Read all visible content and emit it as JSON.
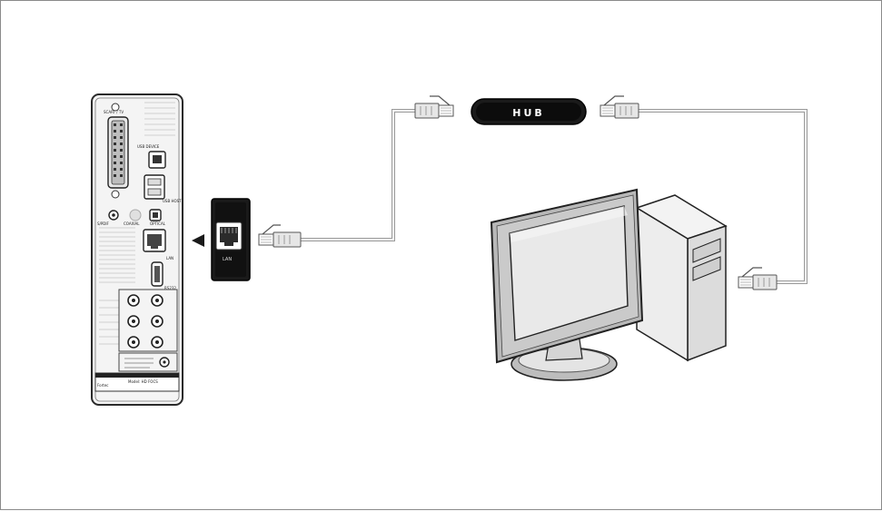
{
  "diagram": {
    "hub_label": "HUB",
    "device_panel": {
      "scart_label": "SCART / TV",
      "usb_device_label": "USB DEVICE",
      "usb_host_label": "USB HOST",
      "spdif_label": "S/PDIF",
      "coaxial_label": "COAXIAL",
      "optical_label": "OPTICAL",
      "lan_label": "LAN",
      "rs232_label": "RS232",
      "brand_label": "Fortec",
      "model_label": "Model: HD FOCS"
    },
    "lan_closeup_label": "LAN"
  }
}
